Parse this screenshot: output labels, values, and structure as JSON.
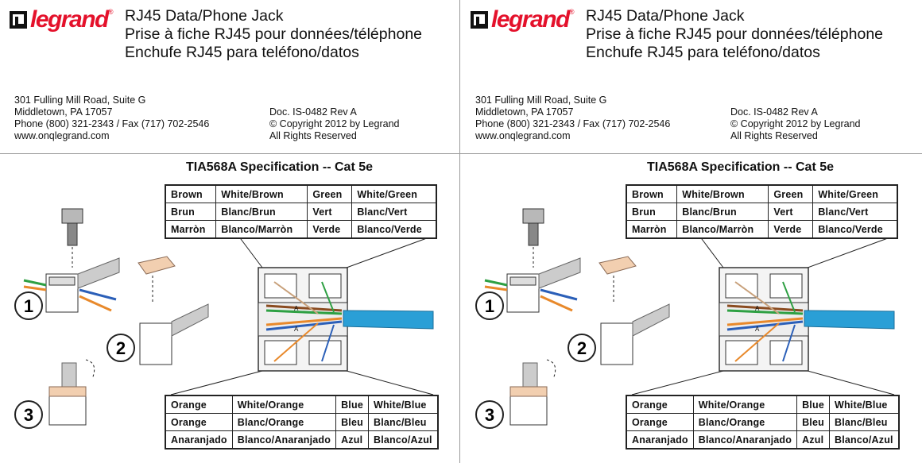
{
  "brand": {
    "name": "legrand",
    "registered": "®",
    "logo_color": "#e4112b"
  },
  "header": {
    "title_en": "RJ45 Data/Phone Jack",
    "title_fr": "Prise à fiche RJ45 pour données/téléphone",
    "title_es": "Enchufe RJ45 para teléfono/datos"
  },
  "address": {
    "line1": "301 Fulling Mill Road, Suite G",
    "line2": "Middletown, PA 17057",
    "line3": "Phone (800) 321-2343 / Fax (717) 702-2546",
    "line4": "www.onqlegrand.com"
  },
  "doc_info": {
    "doc": "Doc. IS-0482 Rev A",
    "copyright": "© Copyright 2012 by Legrand",
    "rights": "All Rights Reserved"
  },
  "spec_title": "TIA568A Specification -- Cat 5e",
  "top_table": [
    [
      "Brown",
      "White/Brown",
      "Green",
      "White/Green"
    ],
    [
      "Brun",
      "Blanc/Brun",
      "Vert",
      "Blanc/Vert"
    ],
    [
      "Marròn",
      "Blanco/Marròn",
      "Verde",
      "Blanco/Verde"
    ]
  ],
  "bottom_table": [
    [
      "Orange",
      "White/Orange",
      "Blue",
      "White/Blue"
    ],
    [
      "Orange",
      "Blanc/Orange",
      "Bleu",
      "Blanc/Bleu"
    ],
    [
      "Anaranjado",
      "Blanco/Anaranjado",
      "Azul",
      "Blanco/Azul"
    ]
  ],
  "steps": [
    "1",
    "2",
    "3"
  ],
  "jack_labels": [
    "A",
    "A"
  ],
  "colors": {
    "cable": "#2a9fd6",
    "green": "#2ea043",
    "blue": "#2b5fb8",
    "brown": "#8a4b20",
    "orange": "#e8892b",
    "beige": "#f2cfb0"
  }
}
